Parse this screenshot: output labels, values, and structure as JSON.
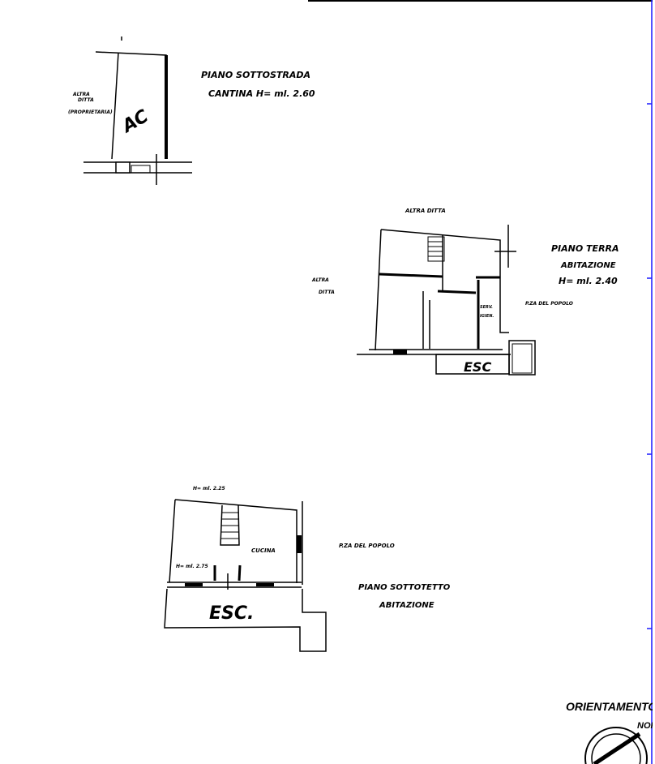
{
  "basement": {
    "title": "PIANO SOTTOSTRADA",
    "subtitle": "CANTINA H= ml. 2.60",
    "neighbor_line1": "ALTRA",
    "neighbor_line2": "DITTA",
    "neighbor_line3": "(PROPRIETARIA)",
    "room_mark": "AC"
  },
  "ground_floor": {
    "title": "PIANO TERRA",
    "use": "ABITAZIONE",
    "height": "H= ml. 2.40",
    "neighbor_top": "ALTRA DITTA",
    "neighbor_left_line1": "ALTRA",
    "neighbor_left_line2": "DITTA",
    "street": "P.ZA DEL POPOLO",
    "room_line1": "SERV.",
    "room_line2": "IGIEN.",
    "excluded": "ESC"
  },
  "attic": {
    "title": "PIANO SOTTOTETTO",
    "use": "ABITAZIONE",
    "height_max": "H= ml. 2.25",
    "height_min": "H= ml. 2.75",
    "room": "CUCINA",
    "street": "P.ZA DEL POPOLO",
    "excluded": "ESC."
  },
  "orientation": {
    "label": "ORIENTAMENTO",
    "north": "NORD"
  },
  "colors": {
    "frame_line": "#1a1aff"
  }
}
